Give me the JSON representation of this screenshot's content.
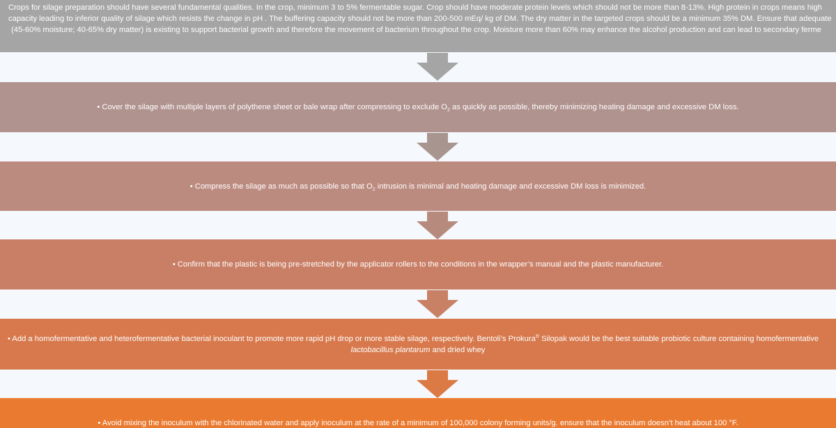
{
  "colors": {
    "box0": "#a5a5a5",
    "box1": "#b0928e",
    "box2": "#bc8b80",
    "box3": "#c97f66",
    "box4": "#d7794d",
    "box5": "#ea7a30",
    "arrow0": "#a5a5a5",
    "arrow1": "#a99590",
    "arrow2": "#b78a7e",
    "arrow3": "#c98166",
    "arrow4": "#dc7a46"
  },
  "steps": [
    {
      "lines": [
        "Crops for silage preparation should have several fundamental qualities.  In the crop, minimum 3 to 5% fermentable sugar. Crop should have moderate protein levels which should not be more than 8-13%. High protein in crops means high",
        "capacity leading to inferior quality of silage which resists the change in pH . The buffering capacity should not be more than 200-500 mEq/ kg of DM. The dry matter in the targeted crops should be a minimum 35% DM. Ensure that adequate",
        "(45-60% moisture; 40-65% dry matter) is existing to support bacterial growth and therefore the movement of bacterium throughout the crop. Moisture more than 60% may enhance the alcohol production and can lead to secondary ferme"
      ]
    },
    {
      "pre": "• Cover the silage with multiple layers of polythene sheet or bale wrap after compressing to exclude O",
      "sub": "2",
      "post": " as quickly as possible, thereby minimizing heating damage and excessive DM loss."
    },
    {
      "pre": "• Compress the silage as much as possible  so that O",
      "sub": "2",
      "post": " intrusion is minimal and heating damage and excessive DM loss is minimized."
    },
    {
      "text": "• Confirm that the plastic is being pre-stretched by the applicator rollers to the conditions in the wrapper’s manual and the plastic manufacturer."
    },
    {
      "pre": "• Add a homofermentative and heterofermentative bacterial inoculant to promote more rapid pH drop or more stable silage, respectively. Bentoli’s Prokura",
      "sup": "®",
      "post": " Silopak would be the best suitable probiotic culture containing homofermentative",
      "italic": "lactobacillus plantarum",
      "tail": "  and dried whey"
    },
    {
      "text": "• Avoid mixing the inoculum with the chlorinated water and apply inoculum at the rate of a minimum of 100,000 colony forming units/g. ensure that the inoculum doesn’t heat about 100 °F."
    }
  ]
}
